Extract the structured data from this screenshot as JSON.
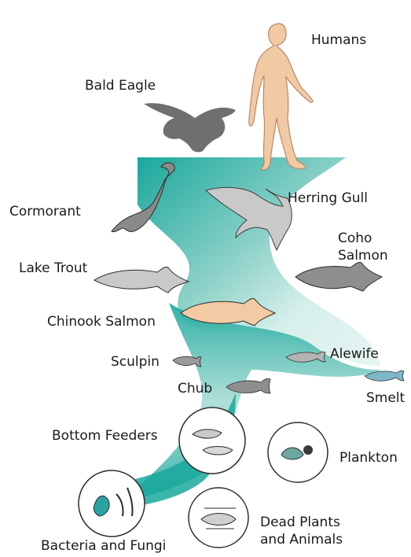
{
  "diagram": {
    "labels": {
      "humans": "Humans",
      "bald_eagle": "Bald Eagle",
      "cormorant": "Cormorant",
      "herring_gull": "Herring Gull",
      "coho_salmon_line1": "Coho",
      "coho_salmon_line2": "Salmon",
      "lake_trout": "Lake Trout",
      "chinook_salmon": "Chinook Salmon",
      "sculpin": "Sculpin",
      "alewife": "Alewife",
      "chub": "Chub",
      "smelt": "Smelt",
      "bottom_feeders": "Bottom Feeders",
      "plankton": "Plankton",
      "dead_plants_line1": "Dead Plants",
      "dead_plants_line2": "and Animals",
      "bacteria_fungi": "Bacteria and Fungi"
    },
    "colors": {
      "ribbon_dark": "#1aa89c",
      "ribbon_light": "#cdebe6",
      "human_fill": "#f1c9a3",
      "human_stroke": "#b9876a",
      "bird_gray": "#6f6f6f",
      "gull_gray": "#c9c9c9",
      "fish_gray": "#8e8e8e",
      "chinook_fill": "#f2caa3",
      "outline": "#2b2b2b"
    }
  }
}
